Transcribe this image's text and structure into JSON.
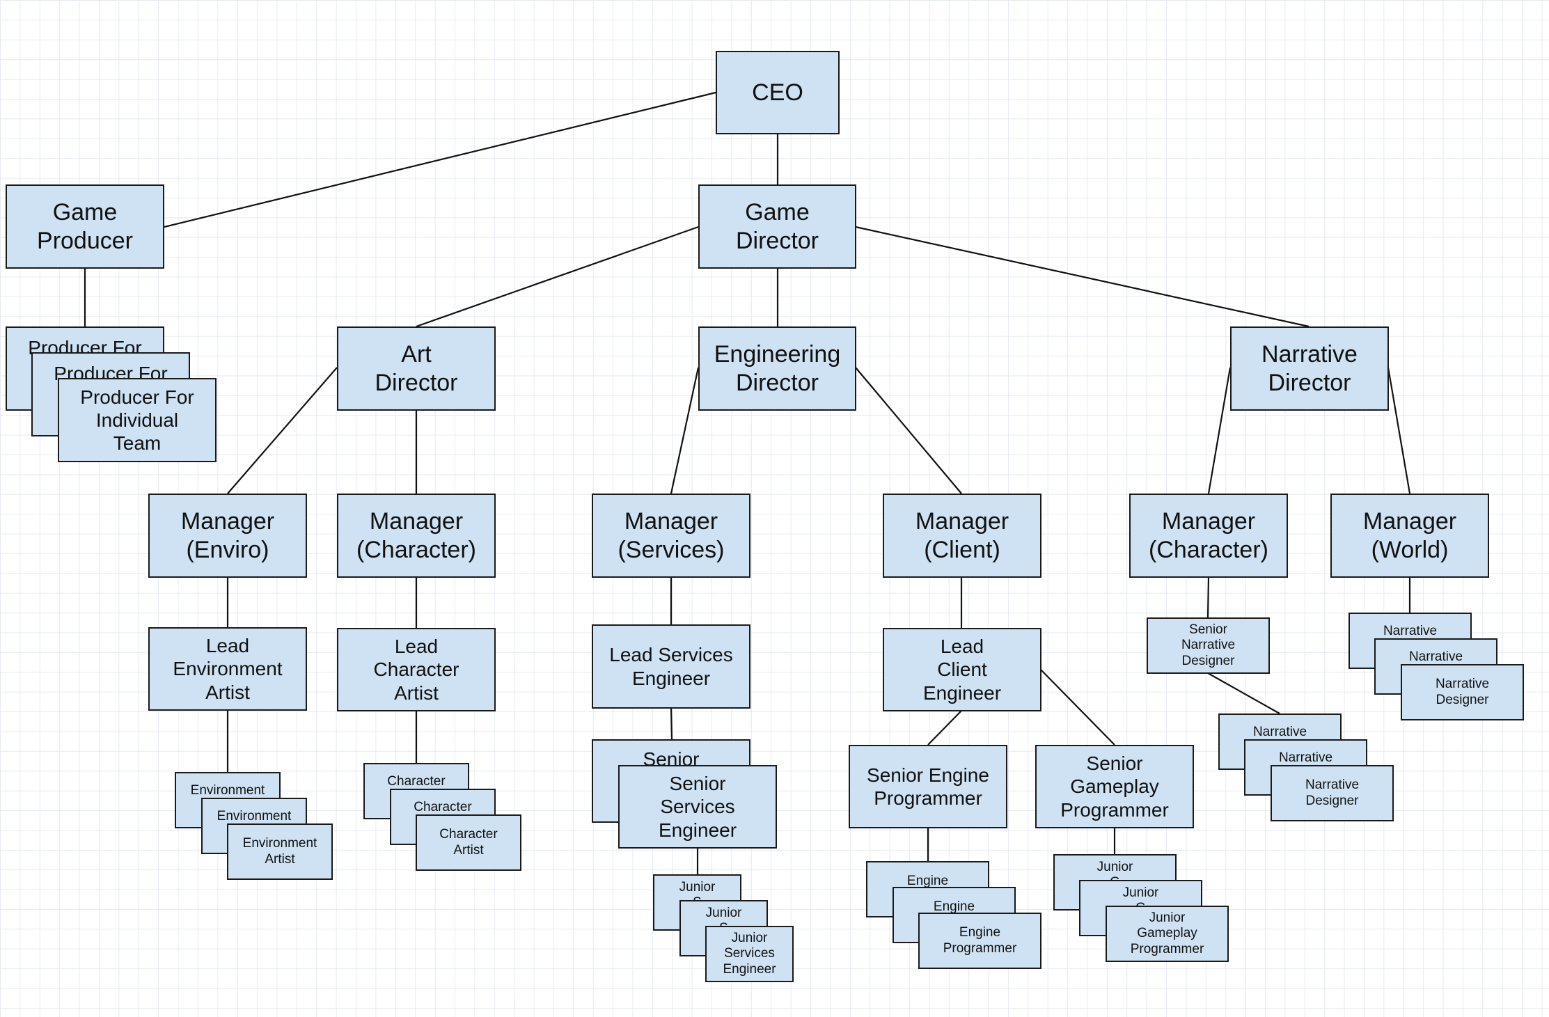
{
  "diagram": {
    "colors": {
      "box_fill": "#cfe2f3",
      "box_border": "#1a1a1a",
      "line": "#111111",
      "grid": "#e6ebf1"
    },
    "nodes": [
      {
        "id": "ceo",
        "text": "CEO"
      },
      {
        "id": "game-producer",
        "text": "Game\nProducer"
      },
      {
        "id": "game-director",
        "text": "Game\nDirector"
      },
      {
        "id": "producer-team-1",
        "text": "Producer For"
      },
      {
        "id": "producer-team-2",
        "text": "Producer For"
      },
      {
        "id": "producer-team-3",
        "text": "Producer For\nIndividual\nTeam"
      },
      {
        "id": "art-director",
        "text": "Art\nDirector"
      },
      {
        "id": "engineering-director",
        "text": "Engineering\nDirector"
      },
      {
        "id": "narrative-director",
        "text": "Narrative\nDirector"
      },
      {
        "id": "manager-enviro",
        "text": "Manager\n(Enviro)"
      },
      {
        "id": "manager-character-art",
        "text": "Manager\n(Character)"
      },
      {
        "id": "manager-services",
        "text": "Manager\n(Services)"
      },
      {
        "id": "manager-client",
        "text": "Manager\n(Client)"
      },
      {
        "id": "manager-character-narrative",
        "text": "Manager\n(Character)"
      },
      {
        "id": "manager-world",
        "text": "Manager\n(World)"
      },
      {
        "id": "lead-environment-artist",
        "text": "Lead\nEnvironment\nArtist"
      },
      {
        "id": "lead-character-artist",
        "text": "Lead\nCharacter\nArtist"
      },
      {
        "id": "lead-services-engineer",
        "text": "Lead Services\nEngineer"
      },
      {
        "id": "lead-client-engineer",
        "text": "Lead\nClient\nEngineer"
      },
      {
        "id": "senior-narrative-designer",
        "text": "Senior\nNarrative\nDesigner"
      },
      {
        "id": "narrative-designer-world-1",
        "text": "Narrative"
      },
      {
        "id": "narrative-designer-world-2",
        "text": "Narrative"
      },
      {
        "id": "narrative-designer-world-3",
        "text": "Narrative\nDesigner"
      },
      {
        "id": "environment-artist-1",
        "text": "Environment"
      },
      {
        "id": "environment-artist-2",
        "text": "Environment"
      },
      {
        "id": "environment-artist-3",
        "text": "Environment\nArtist"
      },
      {
        "id": "character-artist-1",
        "text": "Character"
      },
      {
        "id": "character-artist-2",
        "text": "Character"
      },
      {
        "id": "character-artist-3",
        "text": "Character\nArtist"
      },
      {
        "id": "senior-services-engineer-1",
        "text": "Senior"
      },
      {
        "id": "senior-services-engineer-2",
        "text": "Senior\nServices\nEngineer"
      },
      {
        "id": "senior-engine-programmer",
        "text": "Senior Engine\nProgrammer"
      },
      {
        "id": "senior-gameplay-programmer",
        "text": "Senior\nGameplay\nProgrammer"
      },
      {
        "id": "narrative-designer-char-1",
        "text": "Narrative"
      },
      {
        "id": "narrative-designer-char-2",
        "text": "Narrative"
      },
      {
        "id": "narrative-designer-char-3",
        "text": "Narrative\nDesigner"
      },
      {
        "id": "junior-services-engineer-1",
        "text": "Junior\nS\nE"
      },
      {
        "id": "junior-services-engineer-2",
        "text": "Junior\nS\nE"
      },
      {
        "id": "junior-services-engineer-3",
        "text": "Junior\nServices\nEngineer"
      },
      {
        "id": "engine-programmer-1",
        "text": "Engine"
      },
      {
        "id": "engine-programmer-2",
        "text": "Engine"
      },
      {
        "id": "engine-programmer-3",
        "text": "Engine\nProgrammer"
      },
      {
        "id": "junior-gameplay-programmer-1",
        "text": "Junior\nG"
      },
      {
        "id": "junior-gameplay-programmer-2",
        "text": "Junior\nG"
      },
      {
        "id": "junior-gameplay-programmer-3",
        "text": "Junior\nGameplay\nProgrammer"
      }
    ]
  }
}
